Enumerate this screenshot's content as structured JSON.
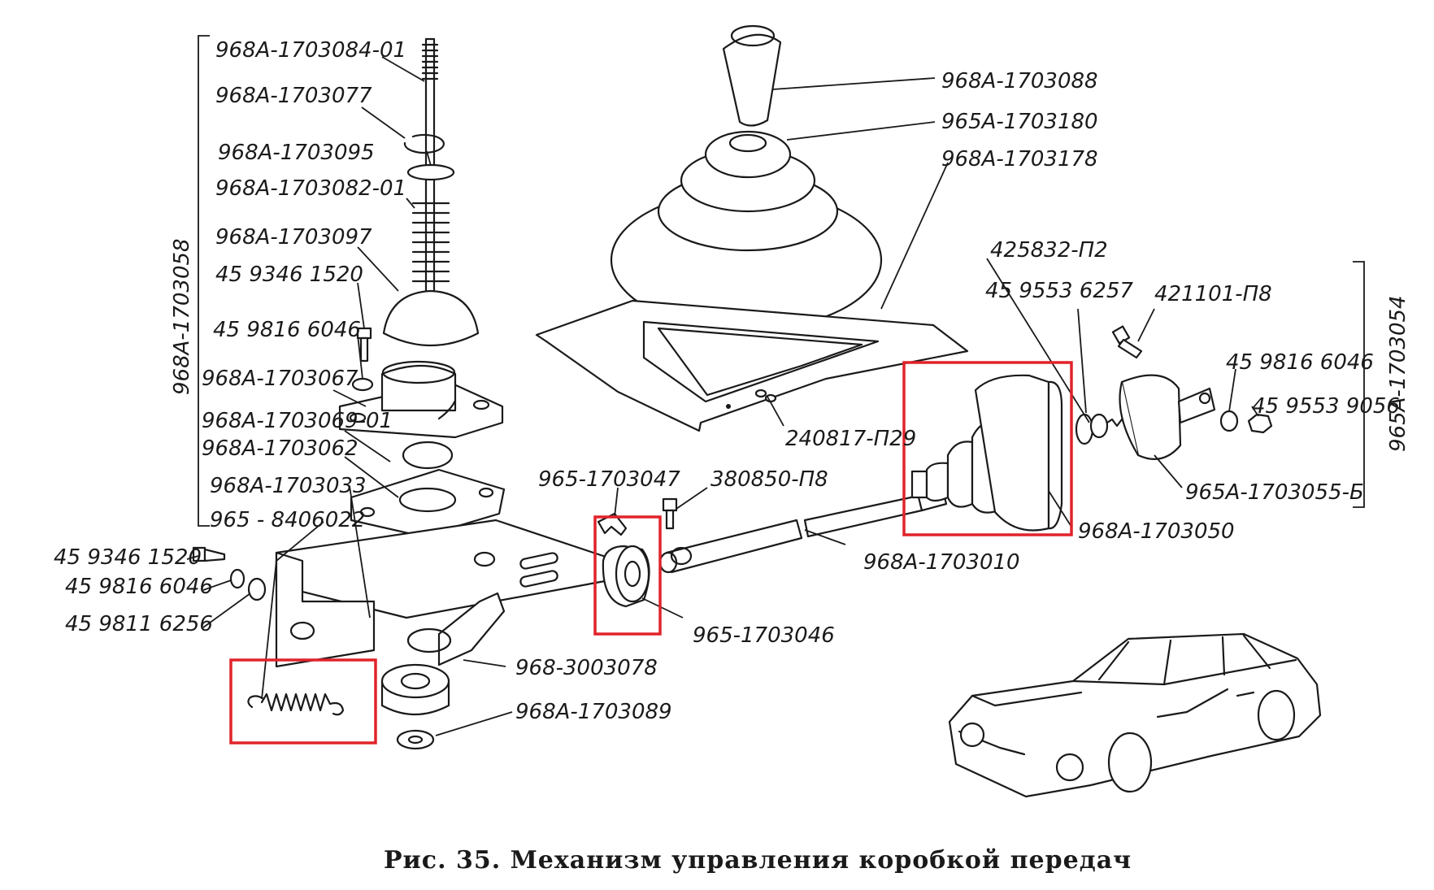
{
  "caption": "Рис. 35. Механизм управления коробкой передач",
  "labels": {
    "l01": "968A-1703084-01",
    "l02": "968A-1703077",
    "l03": "968A-1703095",
    "l04": "968A-1703082-01",
    "l05": "968A-1703097",
    "l06": "45 9346 1520",
    "l07": "45 9816 6046",
    "l08": "968A-1703067",
    "l09": "968A-1703069-01",
    "l10": "968A-1703062",
    "l11": "968A-1703033",
    "l12": "965 - 8406022",
    "l13": "45 9346 1520",
    "l14": "45 9816 6046",
    "l15": "45 9811 6256",
    "l16": "968-3003078",
    "l17": "968A-1703089",
    "l18": "965-1703047",
    "l19": "380850-П8",
    "l20": "965-1703046",
    "l21": "968A-1703010",
    "l22": "240817-П29",
    "l23": "968A-1703088",
    "l24": "965A-1703180",
    "l25": "968A-1703178",
    "l26": "425832-П2",
    "l27": "45 9553 6257",
    "l28": "421101-П8",
    "l29": "45 9816 6046",
    "l30": "45 9553 9056",
    "l31": "965A-1703055-Б",
    "l32": "968A-1703050"
  },
  "group_labels": {
    "left_assembly": "968A-1703058",
    "right_assembly": "965A-1703054"
  },
  "highlight_color": "#e0232a"
}
